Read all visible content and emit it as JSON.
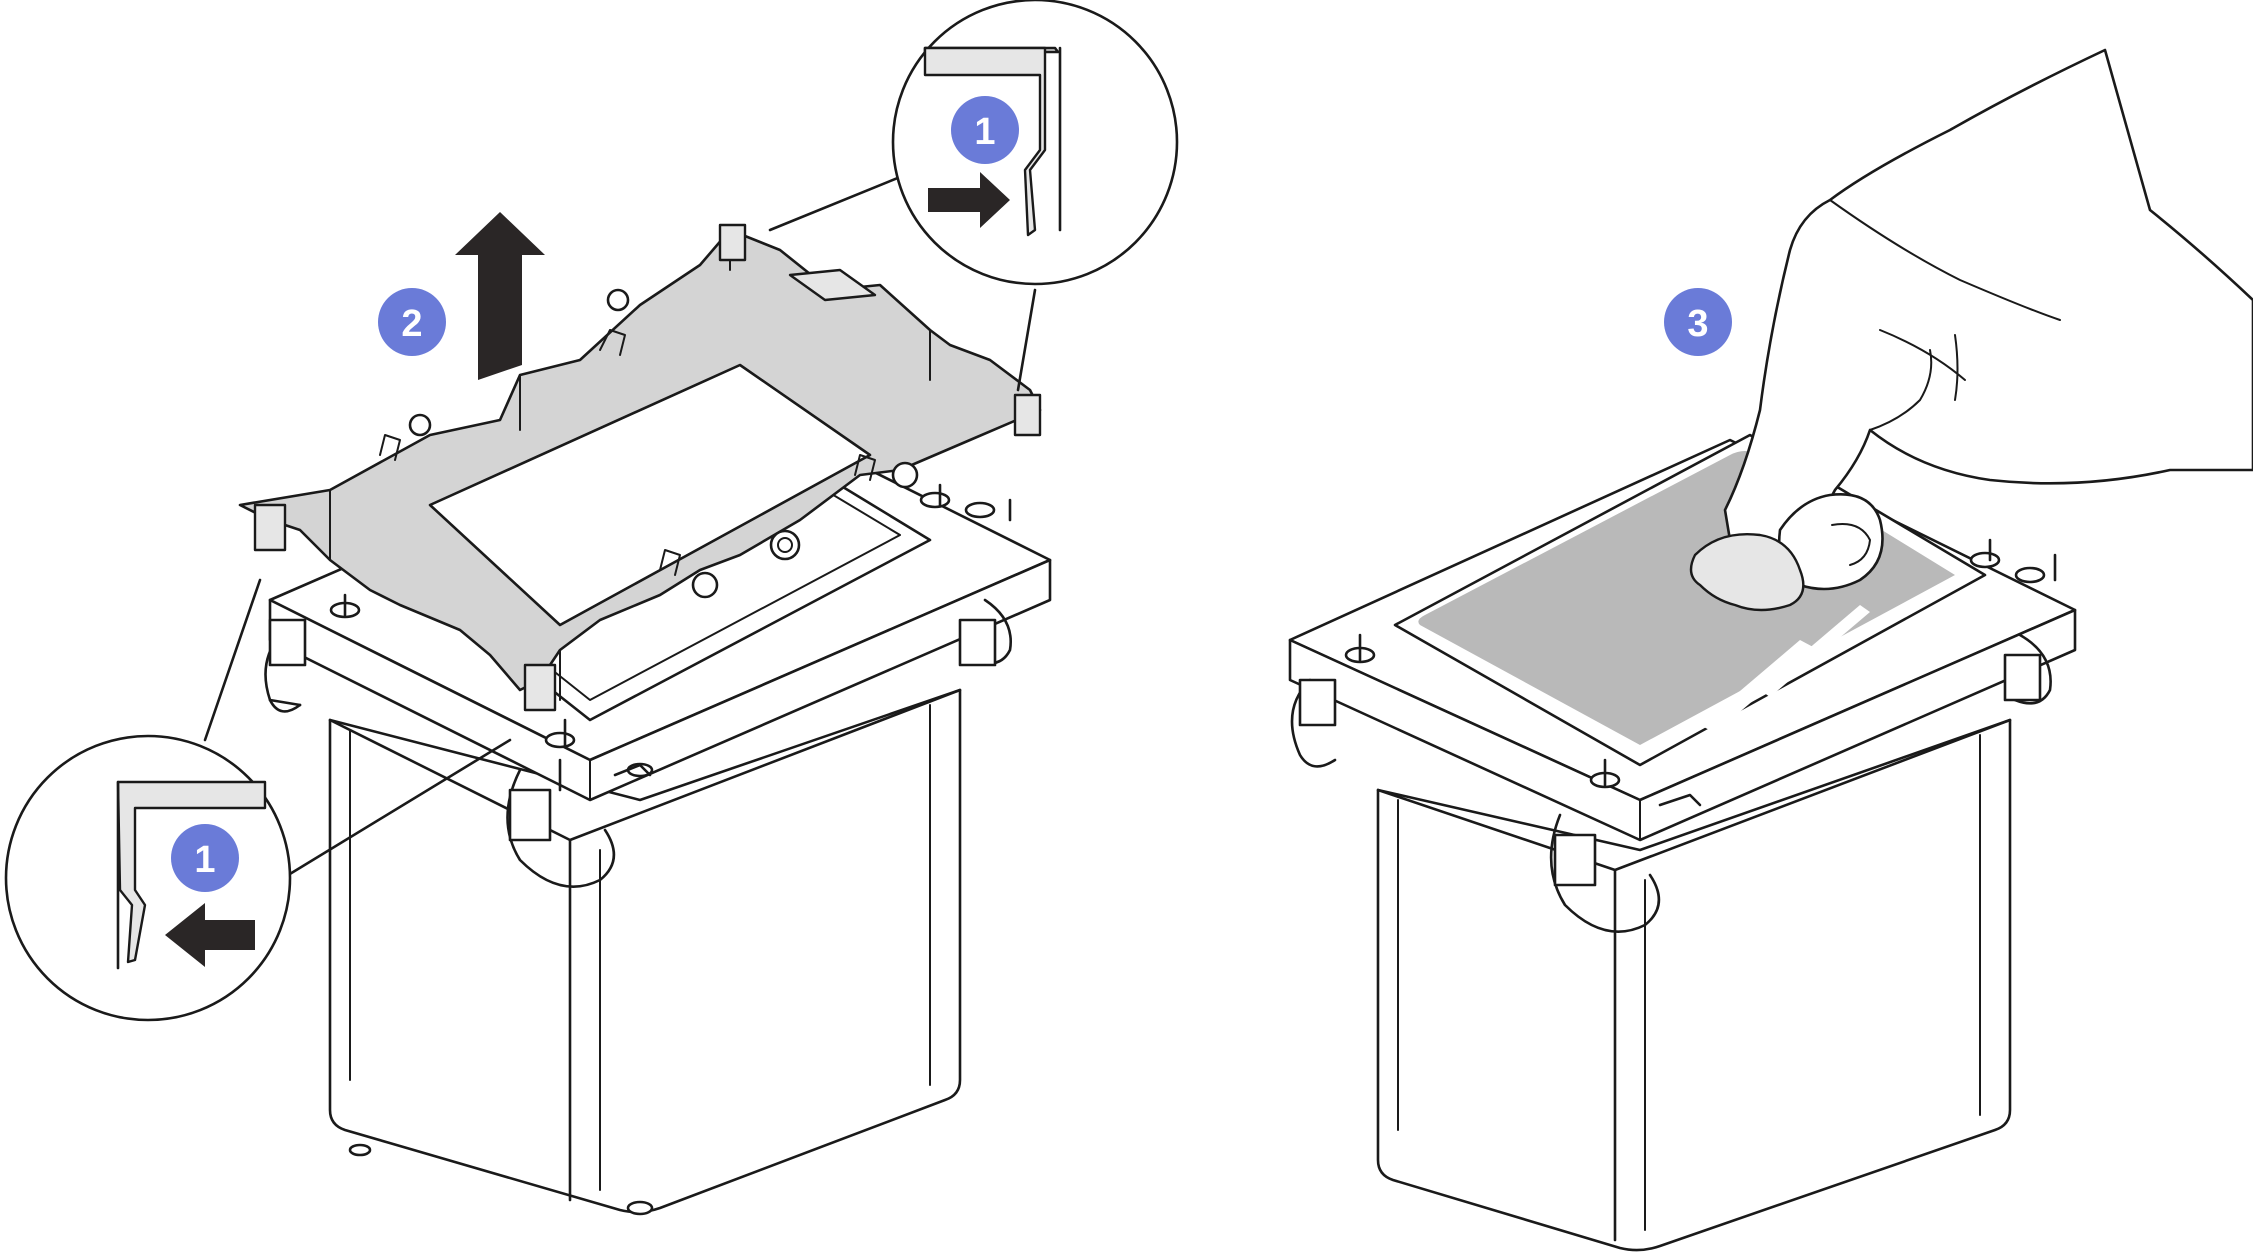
{
  "colors": {
    "badge": "#6a7bd8",
    "line": "#1a1a1a",
    "frame_gray": "#d4d4d4",
    "paste_gray": "#b9b9b9",
    "arrow": "#2a2626"
  },
  "steps": [
    {
      "label": "1"
    },
    {
      "label": "2"
    },
    {
      "label": "1"
    },
    {
      "label": "3"
    }
  ],
  "icons": {
    "lift_arrow": "arrow-up-icon",
    "push_right": "arrow-right-icon",
    "push_left": "arrow-left-icon"
  }
}
